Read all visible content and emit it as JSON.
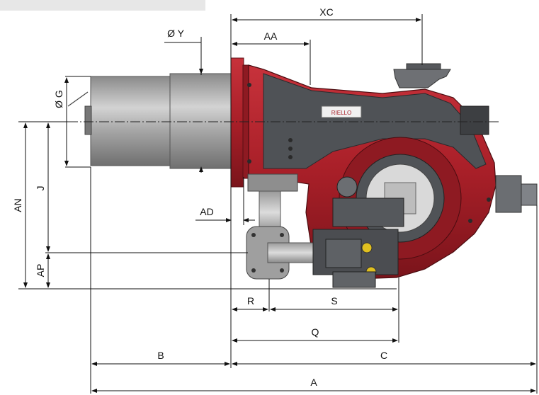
{
  "dimensions": {
    "xc": "XC",
    "aa": "AA",
    "oy": "Ø Y",
    "og": "Ø G",
    "an": "AN",
    "j": "J",
    "ap": "AP",
    "ad": "AD",
    "r": "R",
    "s": "S",
    "q": "Q",
    "b": "B",
    "c": "C",
    "a": "A"
  },
  "label_plate": "RIELLO",
  "colors": {
    "body_red": "#a81f28",
    "dark_red": "#6d1118",
    "grey_tube": "#a5a5a5",
    "dark_grey": "#5a5c5f",
    "line": "#111111"
  }
}
